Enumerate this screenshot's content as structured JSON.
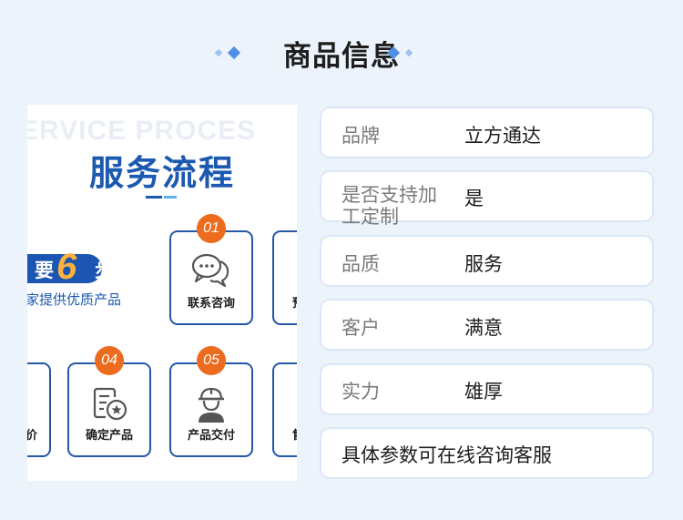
{
  "header": {
    "title": "商品信息"
  },
  "banner": {
    "bg_text": "ERVICE PROCES",
    "title": "服务流程",
    "pill_prefix": "要",
    "pill_number": "6",
    "pill_suffix": "步",
    "subtitle": "家提供优质产品",
    "steps": [
      {
        "number": "01",
        "label": "联系咨询",
        "icon": "chat-bubbles-icon"
      },
      {
        "number": "",
        "label": "预",
        "icon": ""
      },
      {
        "number": "",
        "label": "价",
        "icon": ""
      },
      {
        "number": "04",
        "label": "确定产品",
        "icon": "document-check-icon"
      },
      {
        "number": "05",
        "label": "产品交付",
        "icon": "worker-helmet-icon"
      },
      {
        "number": "",
        "label": "售",
        "icon": ""
      }
    ]
  },
  "specs": [
    {
      "label": "品牌",
      "value": "立方通达"
    },
    {
      "label": "是否支持加工定制",
      "value": "是"
    },
    {
      "label": "品质",
      "value": "服务"
    },
    {
      "label": "客户",
      "value": "满意"
    },
    {
      "label": "实力",
      "value": "雄厚"
    }
  ],
  "note": "具体参数可在线咨询客服",
  "colors": {
    "page_bg": "#edf3fb",
    "brand_blue": "#1c59b1",
    "accent_orange": "#ec6b1e",
    "number_yellow": "#ffb13b",
    "card_border": "#dbe7f6"
  }
}
